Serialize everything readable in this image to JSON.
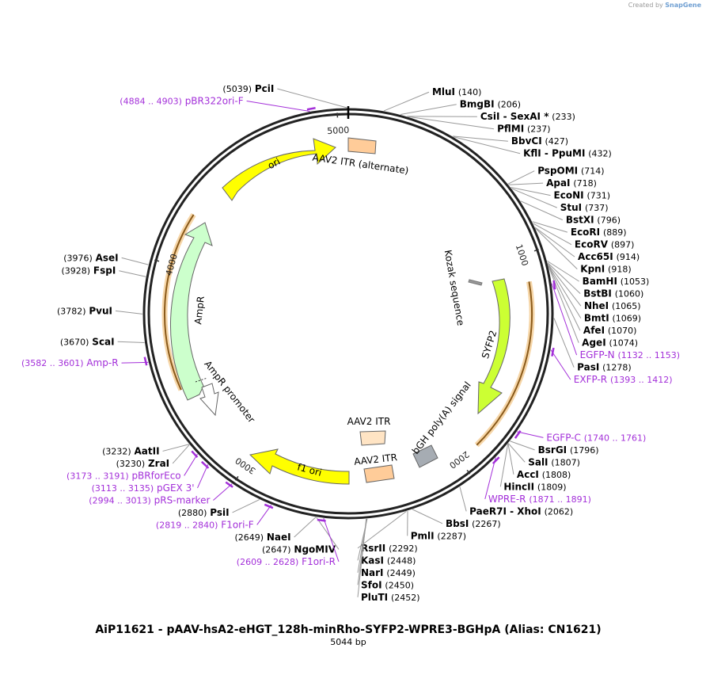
{
  "brand": {
    "created_by": "Created by",
    "product": "SnapGene"
  },
  "plasmid": {
    "title": "AiP11621 - pAAV-hsA2-eHGT_128h-minRho-SYFP2-WPRE3-BGHpA (Alias: CN1621)",
    "length_label": "5044 bp",
    "length": 5044
  },
  "ticks": [
    {
      "label": "1000",
      "pos": 1000
    },
    {
      "label": "2000",
      "pos": 2000
    },
    {
      "label": "3000",
      "pos": 3000
    },
    {
      "label": "4000",
      "pos": 4000
    },
    {
      "label": "5000",
      "pos": 5000
    }
  ],
  "sites": [
    {
      "name": "PciI",
      "pos_label": "(5039)",
      "pos": 5039,
      "side": "left"
    },
    {
      "name": "MluI",
      "pos_label": "(140)",
      "pos": 140,
      "side": "right"
    },
    {
      "name": "BmgBI",
      "pos_label": "(206)",
      "pos": 206,
      "side": "right"
    },
    {
      "name": "CsiI  - SexAI *",
      "pos_label": "(233)",
      "pos": 233,
      "side": "right"
    },
    {
      "name": "PflMI",
      "pos_label": "(237)",
      "pos": 237,
      "side": "right"
    },
    {
      "name": "BbvCI",
      "pos_label": "(427)",
      "pos": 427,
      "side": "right"
    },
    {
      "name": "KflI  - PpuMI",
      "pos_label": "(432)",
      "pos": 432,
      "side": "right"
    },
    {
      "name": "PspOMI",
      "pos_label": "(714)",
      "pos": 714,
      "side": "right"
    },
    {
      "name": "ApaI",
      "pos_label": "(718)",
      "pos": 718,
      "side": "right"
    },
    {
      "name": "EcoNI",
      "pos_label": "(731)",
      "pos": 731,
      "side": "right"
    },
    {
      "name": "StuI",
      "pos_label": "(737)",
      "pos": 737,
      "side": "right"
    },
    {
      "name": "BstXI",
      "pos_label": "(796)",
      "pos": 796,
      "side": "right"
    },
    {
      "name": "EcoRI",
      "pos_label": "(889)",
      "pos": 889,
      "side": "right"
    },
    {
      "name": "EcoRV",
      "pos_label": "(897)",
      "pos": 897,
      "side": "right"
    },
    {
      "name": "Acc65I",
      "pos_label": "(914)",
      "pos": 914,
      "side": "right"
    },
    {
      "name": "KpnI",
      "pos_label": "(918)",
      "pos": 918,
      "side": "right"
    },
    {
      "name": "BamHI",
      "pos_label": "(1053)",
      "pos": 1053,
      "side": "right"
    },
    {
      "name": "BstBI",
      "pos_label": "(1060)",
      "pos": 1060,
      "side": "right"
    },
    {
      "name": "NheI",
      "pos_label": "(1065)",
      "pos": 1065,
      "side": "right"
    },
    {
      "name": "BmtI",
      "pos_label": "(1069)",
      "pos": 1069,
      "side": "right"
    },
    {
      "name": "AfeI",
      "pos_label": "(1070)",
      "pos": 1070,
      "side": "right"
    },
    {
      "name": "AgeI",
      "pos_label": "(1074)",
      "pos": 1074,
      "side": "right"
    },
    {
      "name": "PasI",
      "pos_label": "(1278)",
      "pos": 1278,
      "side": "right"
    },
    {
      "name": "BsrGI",
      "pos_label": "(1796)",
      "pos": 1796,
      "side": "right"
    },
    {
      "name": "SalI",
      "pos_label": "(1807)",
      "pos": 1807,
      "side": "right"
    },
    {
      "name": "AccI",
      "pos_label": "(1808)",
      "pos": 1808,
      "side": "right"
    },
    {
      "name": "HincII",
      "pos_label": "(1809)",
      "pos": 1809,
      "side": "right"
    },
    {
      "name": "PaeR7I  - XhoI",
      "pos_label": "(2062)",
      "pos": 2062,
      "side": "right"
    },
    {
      "name": "BbsI",
      "pos_label": "(2267)",
      "pos": 2267,
      "side": "right"
    },
    {
      "name": "PmlI",
      "pos_label": "(2287)",
      "pos": 2287,
      "side": "right"
    },
    {
      "name": "RsrII",
      "pos_label": "(2292)",
      "pos": 2292,
      "side": "right"
    },
    {
      "name": "KasI",
      "pos_label": "(2448)",
      "pos": 2448,
      "side": "right"
    },
    {
      "name": "NarI",
      "pos_label": "(2449)",
      "pos": 2449,
      "side": "right"
    },
    {
      "name": "SfoI",
      "pos_label": "(2450)",
      "pos": 2450,
      "side": "right"
    },
    {
      "name": "PluTI",
      "pos_label": "(2452)",
      "pos": 2452,
      "side": "right"
    },
    {
      "name": "NaeI",
      "pos_label": "(2649)",
      "pos": 2649,
      "side": "left"
    },
    {
      "name": "NgoMIV",
      "pos_label": "(2647)",
      "pos": 2647,
      "side": "left"
    },
    {
      "name": "PsiI",
      "pos_label": "(2880)",
      "pos": 2880,
      "side": "left"
    },
    {
      "name": "AatII",
      "pos_label": "(3232)",
      "pos": 3232,
      "side": "left"
    },
    {
      "name": "ZraI",
      "pos_label": "(3230)",
      "pos": 3230,
      "side": "left"
    },
    {
      "name": "ScaI",
      "pos_label": "(3670)",
      "pos": 3670,
      "side": "left"
    },
    {
      "name": "PvuI",
      "pos_label": "(3782)",
      "pos": 3782,
      "side": "left"
    },
    {
      "name": "FspI",
      "pos_label": "(3928)",
      "pos": 3928,
      "side": "left"
    },
    {
      "name": "AseI",
      "pos_label": "(3976)",
      "pos": 3976,
      "side": "left"
    }
  ],
  "primers": [
    {
      "name": "pBR322ori-F",
      "range_label": "(4884 .. 4903)",
      "start": 4884,
      "end": 4903,
      "side": "left"
    },
    {
      "name": "EGFP-N",
      "range_label": "(1132 .. 1153)",
      "start": 1132,
      "end": 1153,
      "side": "right"
    },
    {
      "name": "EXFP-R",
      "range_label": "(1393 .. 1412)",
      "start": 1393,
      "end": 1412,
      "side": "right"
    },
    {
      "name": "EGFP-C",
      "range_label": "(1740 .. 1761)",
      "start": 1740,
      "end": 1761,
      "side": "right"
    },
    {
      "name": "WPRE-R",
      "range_label": "(1871 .. 1891)",
      "start": 1871,
      "end": 1891,
      "side": "right"
    },
    {
      "name": "F1ori-R",
      "range_label": "(2609 .. 2628)",
      "start": 2609,
      "end": 2628,
      "side": "left"
    },
    {
      "name": "F1ori-F",
      "range_label": "(2819 .. 2840)",
      "start": 2819,
      "end": 2840,
      "side": "left"
    },
    {
      "name": "pRS-marker",
      "range_label": "(2994 .. 3013)",
      "start": 2994,
      "end": 3013,
      "side": "left"
    },
    {
      "name": "pGEX 3'",
      "range_label": "(3113 .. 3135)",
      "start": 3113,
      "end": 3135,
      "side": "left"
    },
    {
      "name": "pBRforEco",
      "range_label": "(3173 .. 3191)",
      "start": 3173,
      "end": 3191,
      "side": "left"
    },
    {
      "name": "Amp-R",
      "range_label": "(3582 .. 3601)",
      "start": 3582,
      "end": 3601,
      "side": "left"
    }
  ],
  "features": [
    {
      "name": "ori",
      "kind": "arrow",
      "color": "#ffff00"
    },
    {
      "name": "AAV2 ITR (alternate)",
      "kind": "box",
      "color": "#ffcc99"
    },
    {
      "name": "Kozak sequence",
      "kind": "tick",
      "color": "#999999"
    },
    {
      "name": "SYFP2",
      "kind": "arrow",
      "color": "#ccff33"
    },
    {
      "name": "bGH poly(A) signal",
      "kind": "box",
      "color": "#a6acb3"
    },
    {
      "name": "AAV2 ITR",
      "kind": "box",
      "color": "#ffe4c4"
    },
    {
      "name": "AAV2 ITR",
      "kind": "box",
      "color": "#ffcc99"
    },
    {
      "name": "f1 ori",
      "kind": "arrow",
      "color": "#ffff00"
    },
    {
      "name": "AmpR",
      "kind": "arrow",
      "color": "#ccffcc"
    },
    {
      "name": "AmpR promoter",
      "kind": "arrow",
      "color": "#ffffff"
    }
  ],
  "colors": {
    "backbone": "#222222",
    "primer": "#a32fd9",
    "orf": "#e59f2f",
    "leader": "#999999"
  }
}
